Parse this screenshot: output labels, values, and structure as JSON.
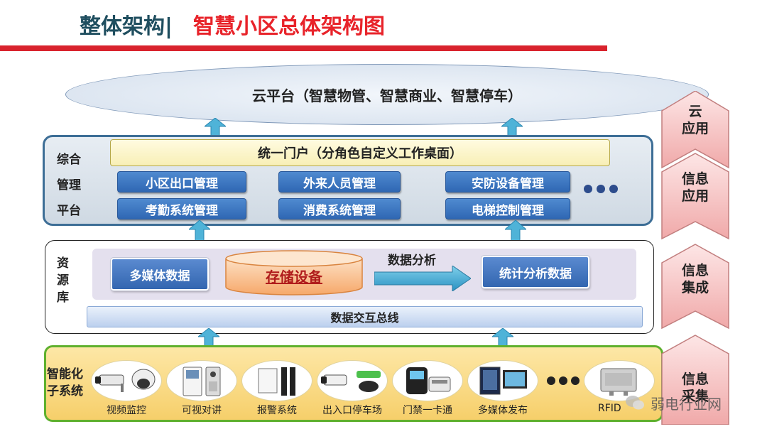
{
  "header": {
    "section": "整体架构|",
    "title": "智慧小区总体架构图"
  },
  "cloud": {
    "label": "云平台（智慧物管、智慧商业、智慧停车）"
  },
  "mgmt": {
    "side_label": [
      "综合",
      "管理",
      "平台"
    ],
    "portal": "统一门户（分角色自定义工作桌面）",
    "row1": [
      "小区出口管理",
      "外来人员管理",
      "安防设备管理"
    ],
    "row2": [
      "考勤系统管理",
      "消费系统管理",
      "电梯控制管理"
    ]
  },
  "resource": {
    "side_label": [
      "资",
      "源",
      "库"
    ],
    "multimedia": "多媒体数据",
    "storage": "存储设备",
    "analysis_label": "数据分析",
    "stats": "统计分析数据",
    "bus": "数据交互总线"
  },
  "subsystem": {
    "side_label": [
      "智能化",
      "子系统"
    ],
    "items": [
      "视频监控",
      "可视对讲",
      "报警系统",
      "出入口停车场",
      "门禁一卡通",
      "多媒体发布",
      "RFID"
    ]
  },
  "right_stack": [
    [
      "云",
      "应用"
    ],
    [
      "信息",
      "应用"
    ],
    [
      "信息",
      "集成"
    ],
    [
      "信息",
      "采集"
    ]
  ],
  "watermark": "弱电行业网",
  "colors": {
    "title_dark": "#1f4e5f",
    "title_red": "#e8232a",
    "blue_button": "#2f67b3",
    "green_border": "#5fb02e",
    "chevron_pink": "#f6c8c8"
  }
}
